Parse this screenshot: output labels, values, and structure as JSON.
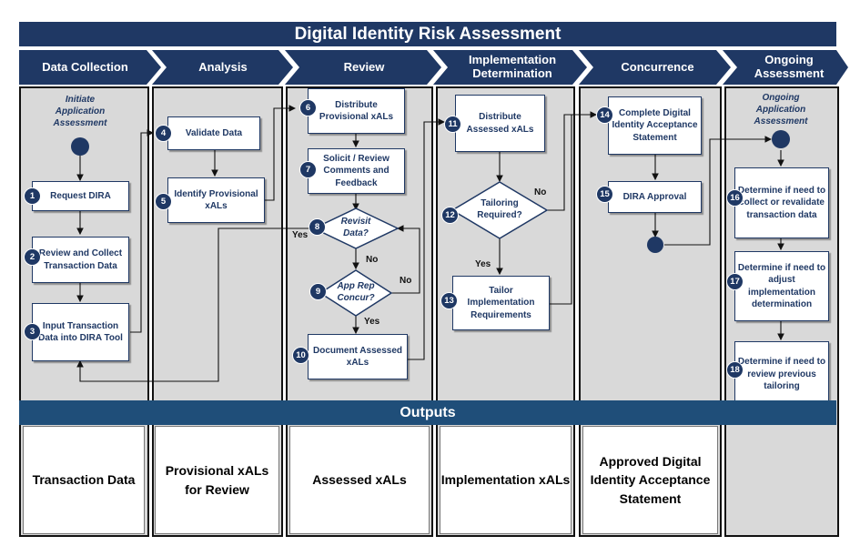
{
  "title": "Digital Identity Risk Assessment",
  "phases": [
    "Data Collection",
    "Analysis",
    "Review",
    "Implementation Determination",
    "Concurrence",
    "Ongoing Assessment"
  ],
  "start_labels": {
    "initiate": "Initiate Application Assessment",
    "ongoing": "Ongoing Application Assessment"
  },
  "steps": [
    {
      "n": "1",
      "label": "Request DIRA"
    },
    {
      "n": "2",
      "label": "Review and Collect Transaction Data"
    },
    {
      "n": "3",
      "label": "Input Transaction Data into DIRA Tool"
    },
    {
      "n": "4",
      "label": "Validate Data"
    },
    {
      "n": "5",
      "label": "Identify Provisional xALs"
    },
    {
      "n": "6",
      "label": "Distribute Provisional xALs"
    },
    {
      "n": "7",
      "label": "Solicit / Review Comments and Feedback"
    },
    {
      "n": "8",
      "label": "Revisit Data?"
    },
    {
      "n": "9",
      "label": "App Rep Concur?"
    },
    {
      "n": "10",
      "label": "Document Assessed xALs"
    },
    {
      "n": "11",
      "label": "Distribute Assessed xALs"
    },
    {
      "n": "12",
      "label": "Tailoring Required?"
    },
    {
      "n": "13",
      "label": "Tailor Implementation Requirements"
    },
    {
      "n": "14",
      "label": "Complete Digital Identity Acceptance Statement"
    },
    {
      "n": "15",
      "label": "DIRA Approval"
    },
    {
      "n": "16",
      "label": "Determine if need to collect or revalidate transaction data"
    },
    {
      "n": "17",
      "label": "Determine if need to adjust implementation determination"
    },
    {
      "n": "18",
      "label": "Determine if need to review previous tailoring"
    }
  ],
  "decision_labels": {
    "yes": "Yes",
    "no": "No"
  },
  "outputs_title": "Outputs",
  "outputs": [
    "Transaction Data",
    "Provisional xALs for Review",
    "Assessed xALs",
    "Implementation xALs",
    "Approved Digital Identity Acceptance Statement"
  ],
  "colors": {
    "dark_navy": "#1f3864",
    "header_blue": "#1f4e79",
    "lane_gray": "#d9d9d9"
  }
}
